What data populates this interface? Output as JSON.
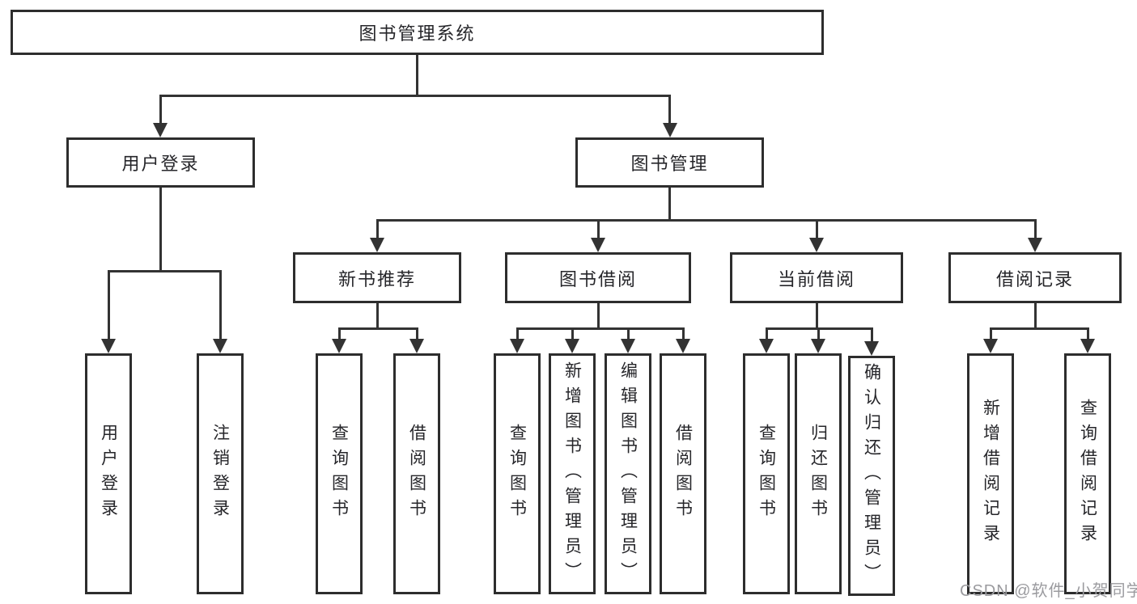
{
  "diagram": {
    "root": {
      "label": "图书管理系统"
    },
    "level2": [
      {
        "label": "用户登录",
        "parent": "图书管理系统"
      },
      {
        "label": "图书管理",
        "parent": "图书管理系统"
      }
    ],
    "level3": [
      {
        "label": "新书推荐",
        "parent": "图书管理"
      },
      {
        "label": "图书借阅",
        "parent": "图书管理"
      },
      {
        "label": "当前借阅",
        "parent": "图书管理"
      },
      {
        "label": "借阅记录",
        "parent": "图书管理"
      }
    ],
    "leaves": [
      {
        "label": "用户登录",
        "parent": "用户登录"
      },
      {
        "label": "注销登录",
        "parent": "用户登录"
      },
      {
        "label": "查询图书",
        "parent": "新书推荐"
      },
      {
        "label": "借阅图书",
        "parent": "新书推荐"
      },
      {
        "label": "查询图书",
        "parent": "图书借阅"
      },
      {
        "label": "新增图书（管理员）",
        "parent": "图书借阅"
      },
      {
        "label": "编辑图书（管理员）",
        "parent": "图书借阅"
      },
      {
        "label": "借阅图书",
        "parent": "图书借阅"
      },
      {
        "label": "查询图书",
        "parent": "当前借阅"
      },
      {
        "label": "归还图书",
        "parent": "当前借阅"
      },
      {
        "label": "确认归还（管理员）",
        "parent": "当前借阅"
      },
      {
        "label": "新增借阅记录",
        "parent": "借阅记录"
      },
      {
        "label": "查询借阅记录",
        "parent": "借阅记录"
      }
    ]
  },
  "watermark": {
    "text": "CSDN @软件_小贺同学",
    "color": "#9b9b9f"
  },
  "colors": {
    "line": "#333333",
    "box_border": "#2d2d2d",
    "box_fill": "#ffffff",
    "text": "#26262a",
    "background": "#ffffff"
  }
}
